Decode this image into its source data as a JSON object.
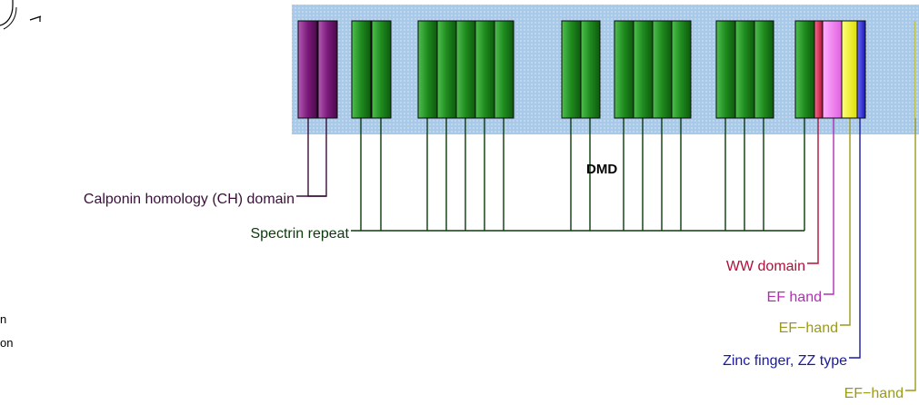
{
  "protein": {
    "name": "DMD"
  },
  "colors": {
    "panel": "#a9c9e8",
    "ch_domain": "#7a1a7a",
    "ch_label": "#3a0f3a",
    "spectrin": "#1e8a1e",
    "spectrin_label": "#0c3a0c",
    "ww_domain": "#cc2a5a",
    "ww_label": "#b0103a",
    "ef_hand": "#f47cf4",
    "ef_hand_label": "#b030b0",
    "ef_hand2": "#ffff00",
    "ef_hand2_label": "#9a9a1a",
    "zinc_finger": "#2a2ad8",
    "zinc_finger_label": "#1a1aa0",
    "ef_hand3_label": "#9a9a1a"
  },
  "labels": {
    "ch": "Calponin homology (CH) domain",
    "spectrin": "Spectrin repeat",
    "ww": "WW domain",
    "ef_hand": "EF hand",
    "ef_hand2": "EF−hand",
    "zinc": "Zinc finger, ZZ type",
    "ef_hand3": "EF−hand"
  },
  "left_fragment": {
    "line1": "n",
    "line2": "on"
  }
}
